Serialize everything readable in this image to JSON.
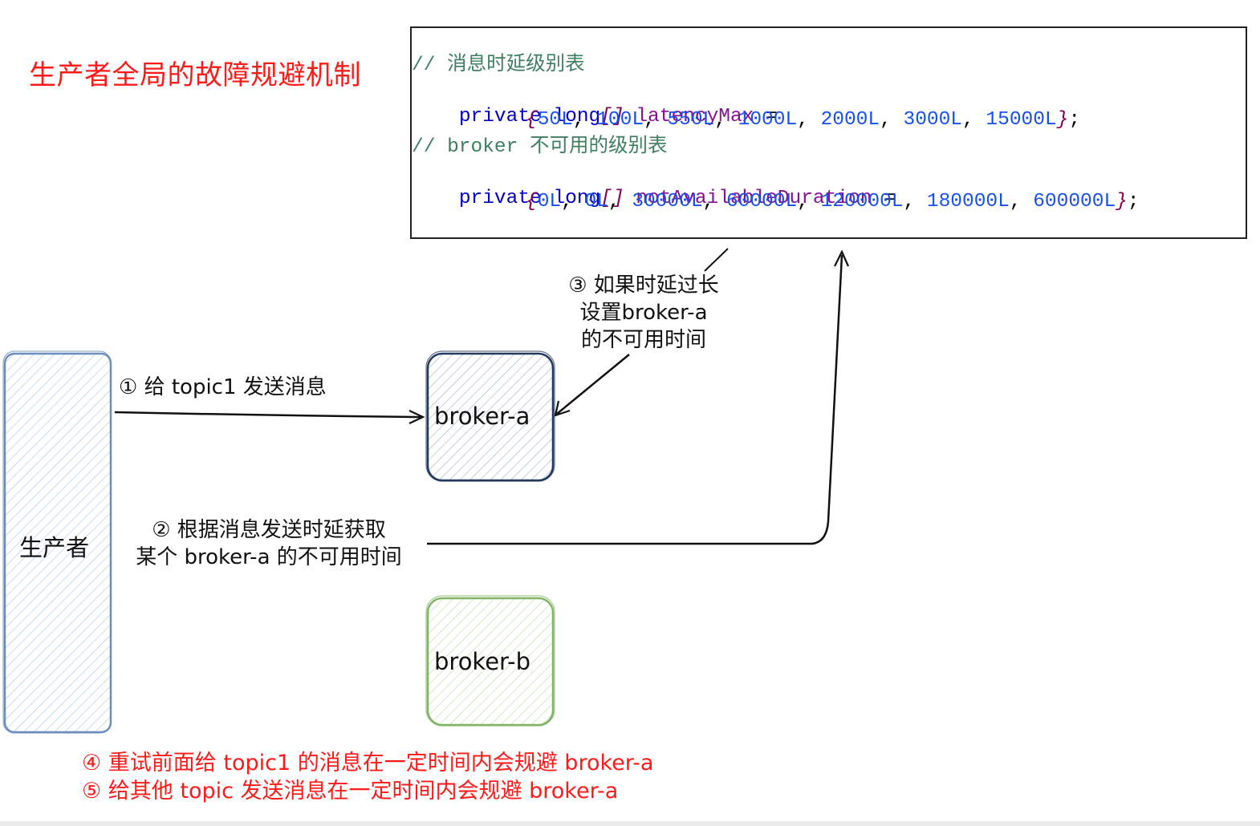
{
  "title": "生产者全局的故障规避机制",
  "code": {
    "comment1": "// 消息时延级别表",
    "decl1": {
      "kw": "private long",
      "br": "[]",
      "name": " latencyMax",
      "eq": " ="
    },
    "values1": [
      "50L",
      "100L",
      "550L",
      "1000L",
      "2000L",
      "3000L",
      "15000L"
    ],
    "comment2": "// broker 不可用的级别表",
    "decl2": {
      "kw": "private long",
      "br": "[]",
      "name": " notAvailableDuration",
      "eq": " ="
    },
    "values2": [
      "0L",
      "0L",
      "30000L",
      "60000L",
      "120000L",
      "180000L",
      "600000L"
    ],
    "open_brace": "{",
    "close_brace": "}",
    "terminator": ";",
    "sep": ", "
  },
  "nodes": {
    "producer": {
      "label": "生产者",
      "color": "#6c8ebf"
    },
    "broker_a": {
      "label": "broker-a",
      "color": "#23395d"
    },
    "broker_b": {
      "label": "broker-b",
      "color": "#82b366"
    }
  },
  "steps": {
    "step1": "① 给 topic1 发送消息",
    "step2_line1": "② 根据消息发送时延获取",
    "step2_line2": "某个 broker-a 的不可用时间",
    "step3_line1": "③ 如果时延过长",
    "step3_line2": "设置broker-a",
    "step3_line3": "的不可用时间",
    "step4": "④ 重试前面给 topic1 的消息在一定时间内会规避 broker-a",
    "step5": "⑤ 给其他 topic 发送消息在一定时间内会规避 broker-a"
  },
  "colors": {
    "accent_red": "#ff1a1a"
  }
}
